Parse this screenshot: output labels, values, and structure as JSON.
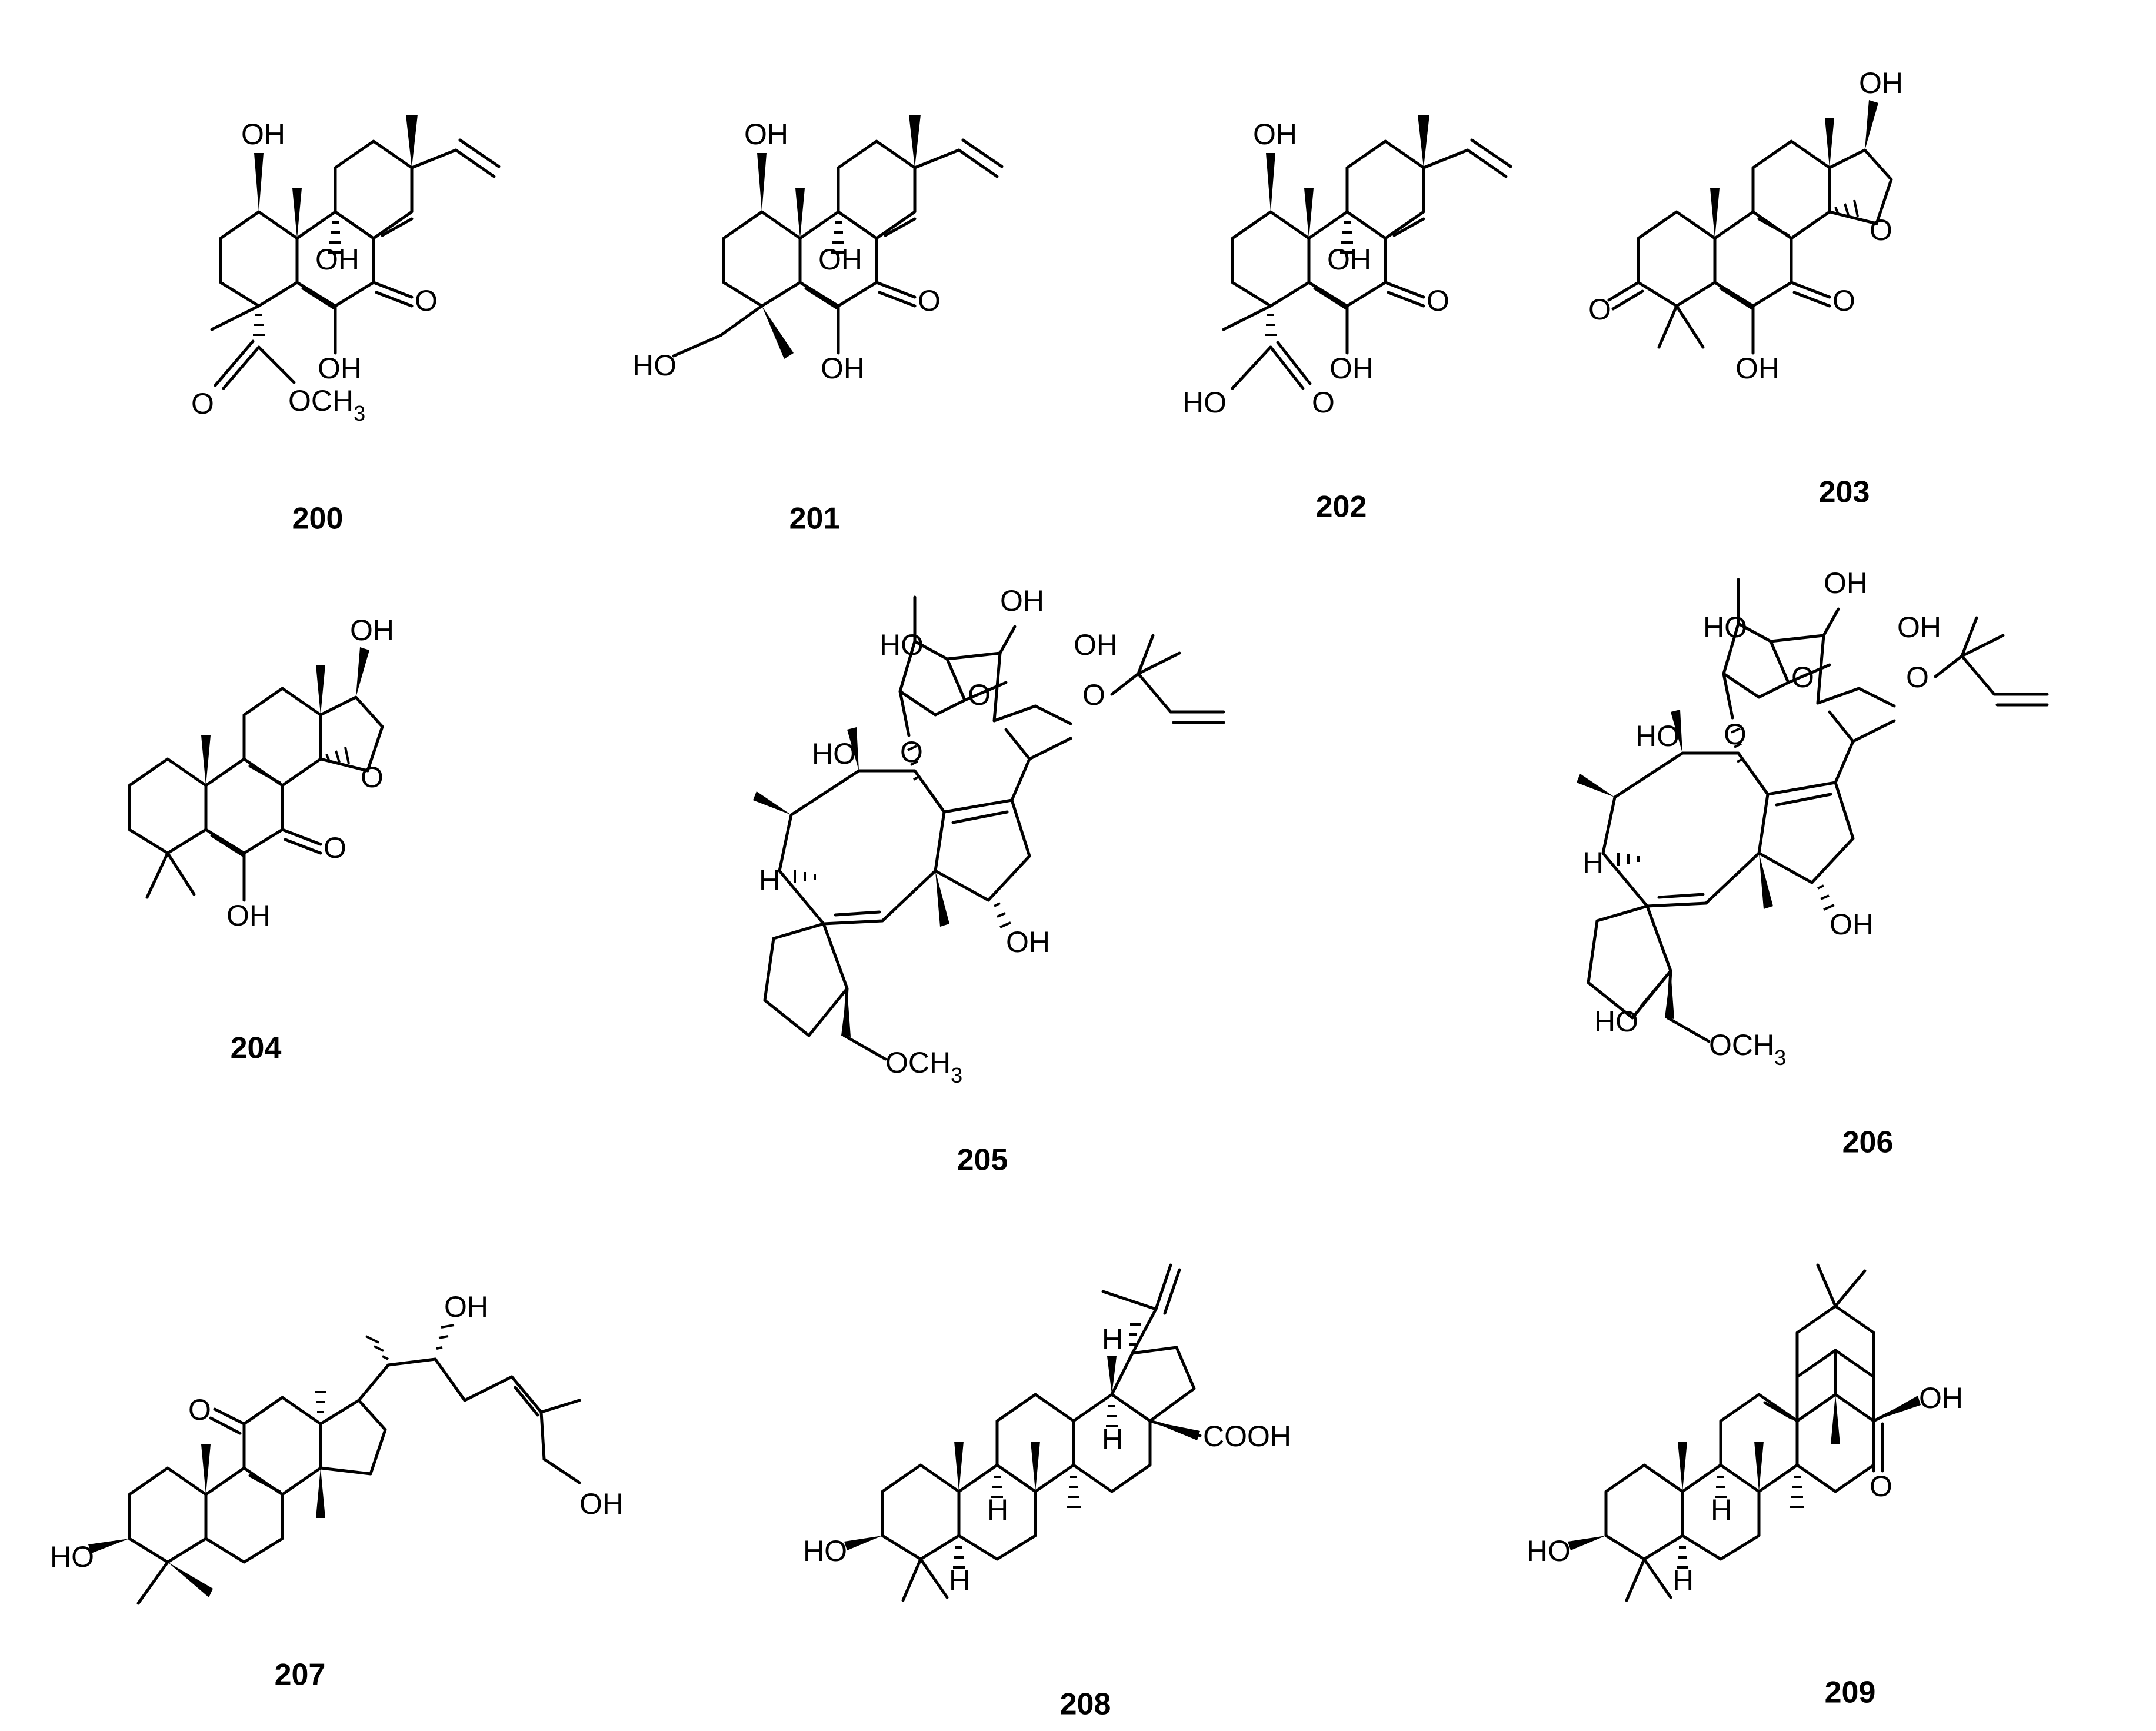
{
  "compounds": [
    {
      "id": "200",
      "atom_labels": {
        "oh_c1": "OH",
        "oh_c9": "OH",
        "oh_c6": "OH",
        "keto_c7": "O",
        "ester_o": "O",
        "ester_ome": "OCH3"
      }
    },
    {
      "id": "201",
      "atom_labels": {
        "oh_c1": "OH",
        "oh_c9": "OH",
        "oh_c6": "OH",
        "keto_c7": "O",
        "ho_ch2": "HO"
      }
    },
    {
      "id": "202",
      "atom_labels": {
        "oh_c1": "OH",
        "oh_c9": "OH",
        "oh_c6": "OH",
        "keto_c7": "O",
        "acid_o": "O",
        "acid_oh": "HO"
      }
    },
    {
      "id": "203",
      "atom_labels": {
        "oh_top": "OH",
        "ring_o": "O",
        "keto_c3": "O",
        "keto_c7": "O",
        "oh_c6": "OH"
      }
    },
    {
      "id": "204",
      "atom_labels": {
        "oh_top": "OH",
        "ring_o": "O",
        "keto_c7": "O",
        "oh_c6": "OH"
      }
    },
    {
      "id": "205",
      "atom_labels": {
        "sugar_oh1": "OH",
        "sugar_ho": "HO",
        "sugar_oh2": "OH",
        "sugar_ring_o": "O",
        "ether_o": "O",
        "glyco_o": "O",
        "ho_left": "HO",
        "h_left": "H",
        "oh_bottom": "OH",
        "ome": "OCH3"
      }
    },
    {
      "id": "206",
      "atom_labels": {
        "sugar_oh1": "OH",
        "sugar_ho": "HO",
        "sugar_oh2": "OH",
        "sugar_ring_o": "O",
        "ether_o": "O",
        "glyco_o": "O",
        "ho_left": "HO",
        "h_left": "H",
        "oh_bottom": "OH",
        "ho_bottom": "HO",
        "ome": "OCH3"
      }
    },
    {
      "id": "207",
      "atom_labels": {
        "oh_side": "OH",
        "keto": "O",
        "oh_terminal": "OH",
        "ho_c3": "HO"
      }
    },
    {
      "id": "208",
      "atom_labels": {
        "h_c13": "H",
        "h_c18": "H",
        "h_c9": "H",
        "h_c5": "H",
        "cooh": "COOH",
        "ho_c3": "HO"
      }
    },
    {
      "id": "209",
      "atom_labels": {
        "acid_oh": "OH",
        "acid_o": "O",
        "h_c9": "H",
        "h_c5": "H",
        "ho_c3": "HO"
      }
    }
  ]
}
